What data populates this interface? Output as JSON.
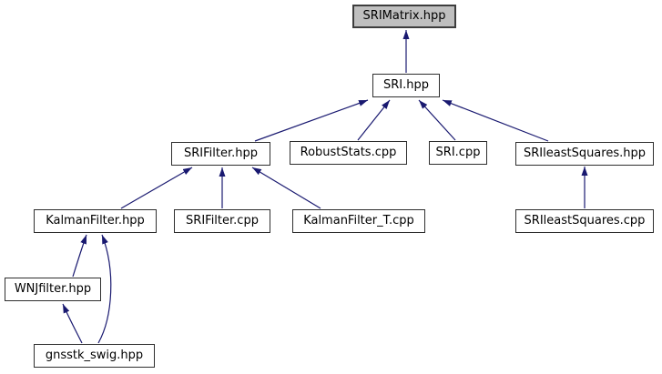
{
  "diagram": {
    "kind": "include-dependency-graph",
    "colors": {
      "background": "#ffffff",
      "edge": "#191970",
      "node_fill": "#ffffff",
      "node_border": "#2e2e2e",
      "highlight_fill": "#bfbfbf",
      "highlight_border": "#3d3d3d",
      "text": "#000000"
    },
    "nodes": [
      {
        "label": "SRIMatrix.hpp",
        "highlighted": true
      },
      {
        "label": "SRI.hpp"
      },
      {
        "label": "SRIFilter.hpp"
      },
      {
        "label": "RobustStats.cpp"
      },
      {
        "label": "SRI.cpp"
      },
      {
        "label": "SRIleastSquares.hpp"
      },
      {
        "label": "KalmanFilter.hpp"
      },
      {
        "label": "SRIFilter.cpp"
      },
      {
        "label": "KalmanFilter_T.cpp"
      },
      {
        "label": "SRIleastSquares.cpp"
      },
      {
        "label": "WNJfilter.hpp"
      },
      {
        "label": "gnsstk_swig.hpp"
      }
    ],
    "edges": [
      {
        "from": "SRI.hpp",
        "to": "SRIMatrix.hpp"
      },
      {
        "from": "SRIFilter.hpp",
        "to": "SRI.hpp"
      },
      {
        "from": "RobustStats.cpp",
        "to": "SRI.hpp"
      },
      {
        "from": "SRI.cpp",
        "to": "SRI.hpp"
      },
      {
        "from": "SRIleastSquares.hpp",
        "to": "SRI.hpp"
      },
      {
        "from": "KalmanFilter.hpp",
        "to": "SRIFilter.hpp"
      },
      {
        "from": "SRIFilter.cpp",
        "to": "SRIFilter.hpp"
      },
      {
        "from": "KalmanFilter_T.cpp",
        "to": "SRIFilter.hpp"
      },
      {
        "from": "SRIleastSquares.cpp",
        "to": "SRIleastSquares.hpp"
      },
      {
        "from": "WNJfilter.hpp",
        "to": "KalmanFilter.hpp"
      },
      {
        "from": "gnsstk_swig.hpp",
        "to": "KalmanFilter.hpp"
      },
      {
        "from": "gnsstk_swig.hpp",
        "to": "WNJfilter.hpp"
      }
    ]
  }
}
